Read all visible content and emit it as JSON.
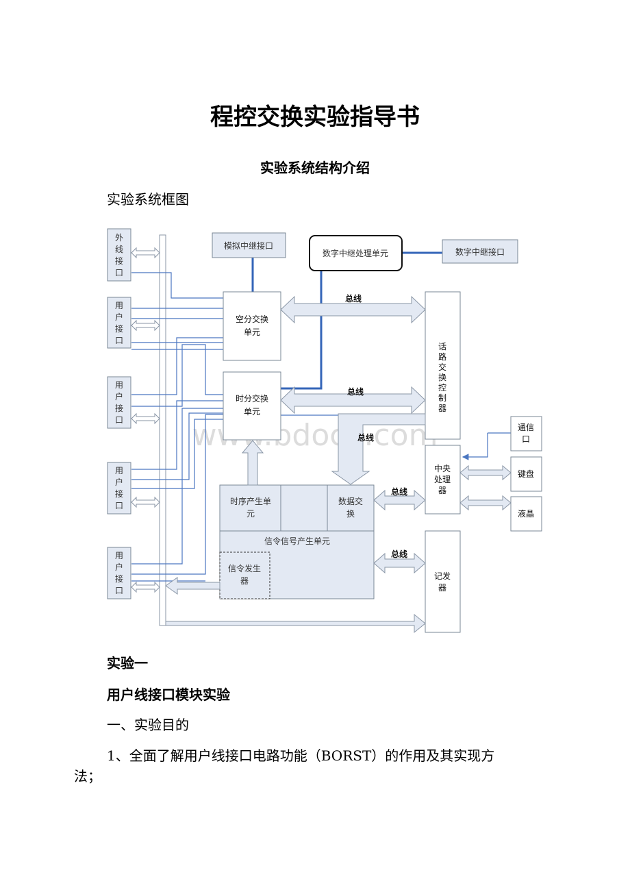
{
  "document": {
    "title": "程控交换实验指导书",
    "section_title": "实验系统结构介绍",
    "figure_caption": "实验系统框图",
    "experiment_label": "实验一",
    "experiment_title": "用户线接口模块实验",
    "heading_purpose": "一、实验目的",
    "item_1_line1": "1、全面了解用户线接口电路功能（BORST）的作用及其实现方",
    "item_1_line2": "法；"
  },
  "diagram": {
    "outer_interface": [
      "外",
      "线",
      "接",
      "口"
    ],
    "user_interface": [
      "用",
      "户",
      "接",
      "口"
    ],
    "analog_trunk": "模拟中继接口",
    "digital_trunk_unit": "数字中继处理单元",
    "digital_trunk_if": "数字中继接口",
    "space_switch": [
      "空分交换",
      "单元"
    ],
    "time_switch": [
      "时分交换",
      "单元"
    ],
    "bus": "总线",
    "path_controller": [
      "话",
      "路",
      "交",
      "换",
      "控",
      "制",
      "器"
    ],
    "cpu": [
      "中央",
      "处理",
      "器"
    ],
    "comm_port": [
      "通信",
      "口"
    ],
    "keyboard": "键盘",
    "lcd": "液晶",
    "timing_unit": [
      "时序产生单",
      "元"
    ],
    "data_exchange": [
      "数据交",
      "换"
    ],
    "signal_gen_unit": "信令信号产生单元",
    "signal_generator": [
      "信令发生",
      "器"
    ],
    "recorder": [
      "记发",
      "器"
    ],
    "watermark": "www.bdocx.com"
  },
  "colors": {
    "box_fill": "#e3e9f3",
    "box_stroke": "#7a8796",
    "line_blue": "#4a76c0",
    "thick_blue": "#3465b8"
  }
}
